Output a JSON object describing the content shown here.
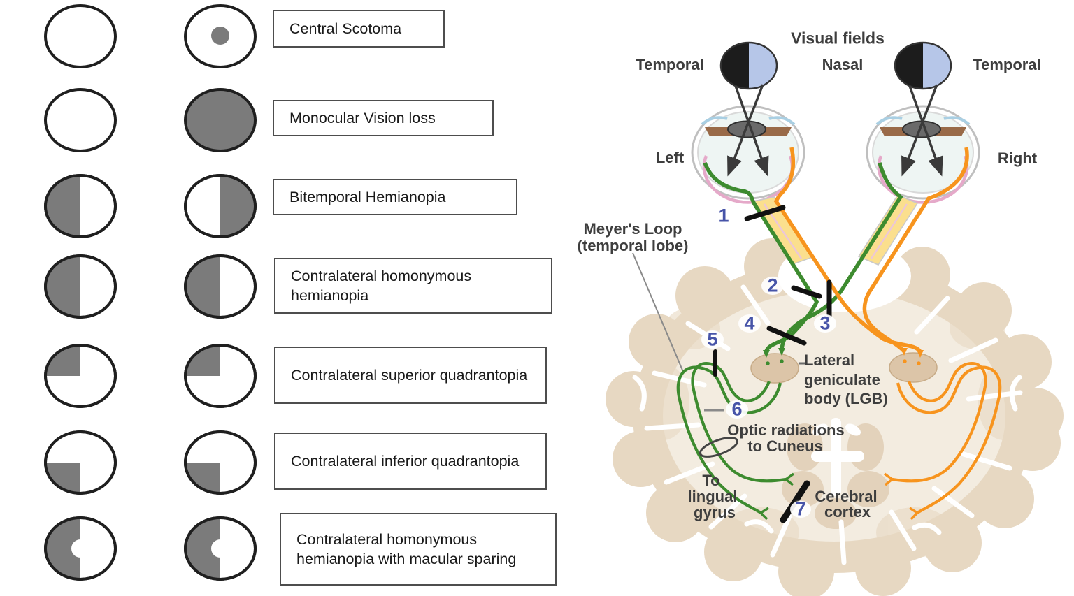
{
  "legend": {
    "rows": [
      {
        "label": "Central Scotoma",
        "left_eye_field": "normal",
        "right_eye_field": "central-scotoma"
      },
      {
        "label": "Monocular Vision loss",
        "left_eye_field": "normal",
        "right_eye_field": "total-loss"
      },
      {
        "label": "Bitemporal Hemianopia",
        "left_eye_field": "temporal-left-half",
        "right_eye_field": "temporal-right-half"
      },
      {
        "label": "Contralateral homonymous hemianopia",
        "left_eye_field": "left-half",
        "right_eye_field": "left-half"
      },
      {
        "label": "Contralateral superior quadrantopia",
        "left_eye_field": "upper-left-quadrant",
        "right_eye_field": "upper-left-quadrant"
      },
      {
        "label": "Contralateral inferior quadrantopia",
        "left_eye_field": "lower-left-quadrant",
        "right_eye_field": "lower-left-quadrant"
      },
      {
        "label": "Contralateral homonymous hemianopia with macular sparing",
        "left_eye_field": "left-half-macular-sparing",
        "right_eye_field": "left-half-macular-sparing"
      }
    ],
    "defect_fill_color": "#7b7b7b"
  },
  "pathway": {
    "title": "Visual fields",
    "labels": {
      "temporal_left": "Temporal",
      "nasal": "Nasal",
      "temporal_right": "Temporal",
      "left_eye": "Left",
      "right_eye": "Right",
      "meyers_loop_line1": "Meyer's Loop",
      "meyers_loop_line2": "(temporal lobe)",
      "lgb_line1": "Lateral",
      "lgb_line2": "geniculate",
      "lgb_line3": "body (LGB)",
      "optic_radiations_line1": "Optic radiations",
      "optic_radiations_line2": "to Cuneus",
      "lingual_line1": "To",
      "lingual_line2": "lingual",
      "lingual_line3": "gyrus",
      "cortex_line1": "Cerebral",
      "cortex_line2": "cortex"
    },
    "lesion_sites": [
      "1",
      "2",
      "3",
      "4",
      "5",
      "6",
      "7"
    ],
    "colors": {
      "left_eye_pathway_green": "#3d8b2f",
      "right_eye_pathway_orange": "#f7941e",
      "optic_nerve_band_yellow": "#fbdf8e",
      "visual_field_temporal_black": "#1c1c1c",
      "visual_field_nasal_blue": "#b6c6e8",
      "lesion_number_blue": "#4754a8",
      "brain_cortex_tan": "#e7d8c2",
      "brain_inner_tan": "#f3ece0",
      "lgb_tan": "#dcc5a8"
    }
  }
}
